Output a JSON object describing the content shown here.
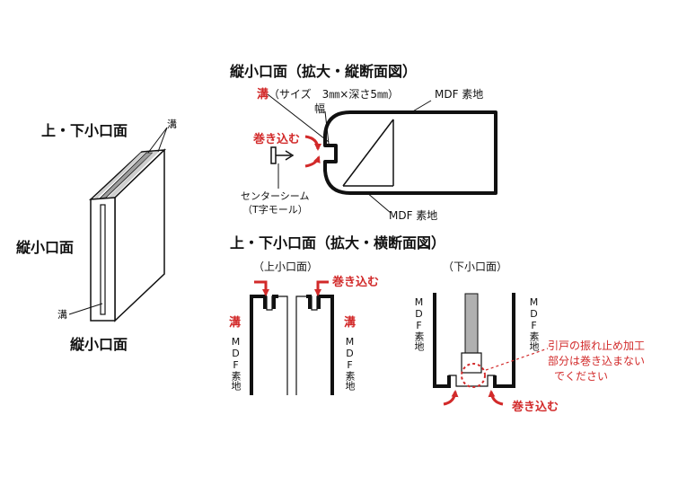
{
  "colors": {
    "accent_red": "#d22a2a",
    "line": "#111111",
    "panel_gray": "#bdbdbd"
  },
  "left_panel": {
    "top_label": "上・下小口面",
    "groove_top": "溝",
    "side_label": "縦小口面",
    "groove_bottom": "溝",
    "bottom_label": "縦小口面"
  },
  "section1": {
    "title": "縦小口面（拡大・縦断面図）",
    "groove_word": "溝",
    "groove_spec": "（サイズ　3㎜×深さ5㎜）",
    "width_label": "幅",
    "mdf_top": "MDF 素地",
    "wrap_label": "巻き込む",
    "t_mold_line1": "センターシーム",
    "t_mold_line2": "（T字モール）",
    "mdf_bottom": "MDF 素地"
  },
  "section2": {
    "title": "上・下小口面（拡大・横断面図）",
    "upper": {
      "caption": "（上小口面）",
      "wrap_label": "巻き込む",
      "groove_left": "溝",
      "groove_right": "溝",
      "mdf_left": "MDF素地",
      "mdf_right": "MDF素地"
    },
    "lower": {
      "caption": "（下小口面）",
      "mdf_left": "MDF素地",
      "mdf_right": "MDF素地",
      "note_line1": "引戸の振れ止め加工",
      "note_line2": "部分は巻き込まない",
      "note_line3": "でください",
      "wrap_label": "巻き込む"
    }
  }
}
